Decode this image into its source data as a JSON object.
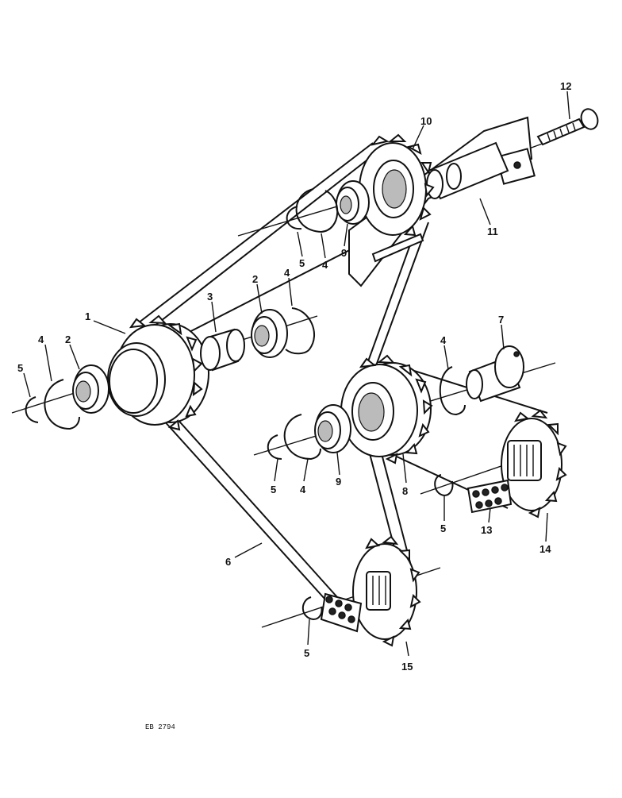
{
  "diagram": {
    "callouts": {
      "c1": "1",
      "c2a": "2",
      "c2b": "2",
      "c3": "3",
      "c4a": "4",
      "c4b": "4",
      "c4c": "4",
      "c4d": "4",
      "c4e": "4",
      "c5a": "5",
      "c5b": "5",
      "c5c": "5",
      "c5d": "5",
      "c5e": "5",
      "c6": "6",
      "c7": "7",
      "c8": "8",
      "c9a": "9",
      "c9b": "9",
      "c10": "10",
      "c11": "11",
      "c12": "12",
      "c13": "13",
      "c14": "14",
      "c15": "15"
    },
    "drawing_code": "EB 2794"
  }
}
